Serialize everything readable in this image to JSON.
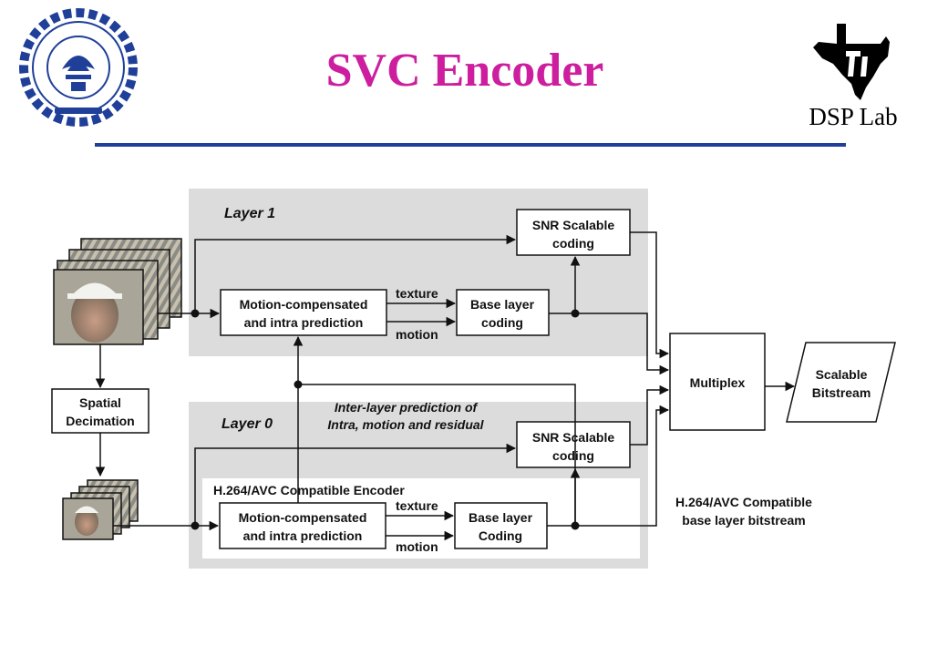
{
  "slide": {
    "title": "SVC Encoder",
    "lab_label": "DSP Lab"
  },
  "logos": {
    "left": "institute-seal-logo",
    "right": "ti-texas-logo"
  },
  "colors": {
    "title": "#cc1e9e",
    "rule": "#1f3f99",
    "layer_panel": "#dcdcdc",
    "inner_panel": "#ffffff"
  },
  "diagram": {
    "layer1": {
      "label": "Layer 1",
      "snr_line1": "SNR Scalable",
      "snr_line2": "coding",
      "mc_line1": "Motion-compensated",
      "mc_line2": "and intra prediction",
      "texture": "texture",
      "motion": "motion",
      "base_line1": "Base layer",
      "base_line2": "coding"
    },
    "decimation_line1": "Spatial",
    "decimation_line2": "Decimation",
    "interlayer_line1": "Inter-layer prediction of",
    "interlayer_line2": "Intra, motion and residual",
    "layer0": {
      "label": "Layer 0",
      "snr_line1": "SNR Scalable",
      "snr_line2": "coding",
      "encoder_label": "H.264/AVC Compatible Encoder",
      "mc_line1": "Motion-compensated",
      "mc_line2": "and intra prediction",
      "texture": "texture",
      "motion": "motion",
      "base_line1": "Base layer",
      "base_line2": "Coding"
    },
    "multiplex": "Multiplex",
    "output_line1": "Scalable",
    "output_line2": "Bitstream",
    "baselayer_line1": "H.264/AVC Compatible",
    "baselayer_line2": "base layer bitstream"
  }
}
